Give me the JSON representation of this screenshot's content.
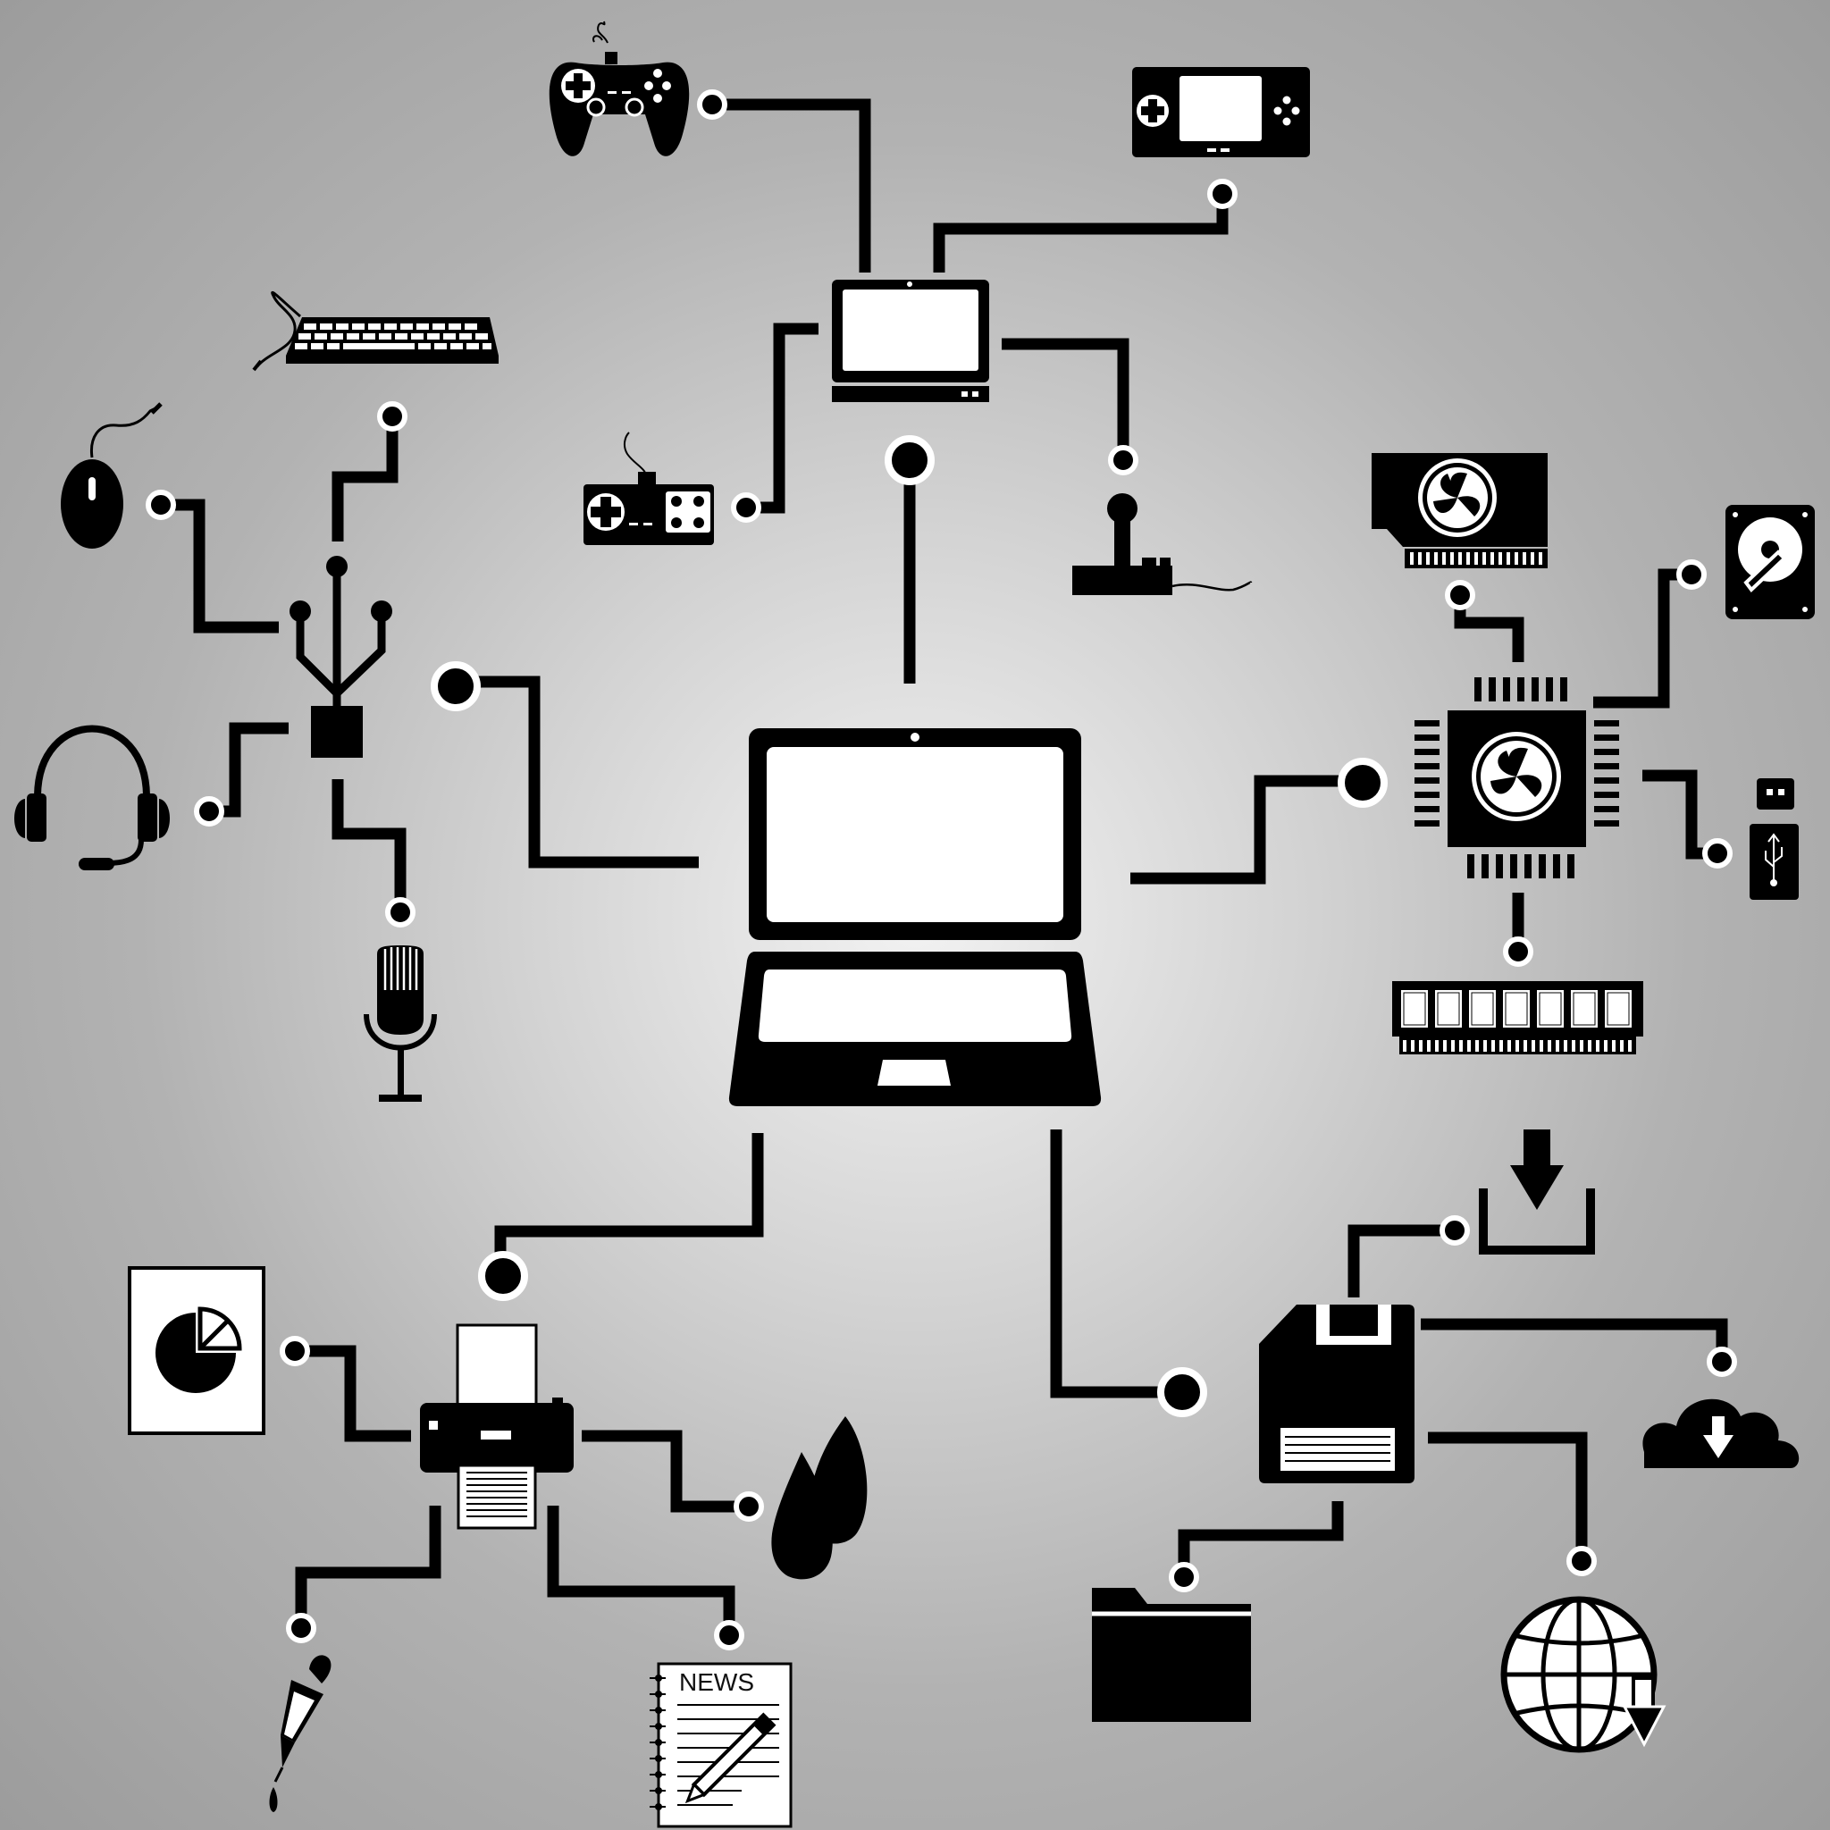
{
  "diagram": {
    "theme": {
      "ink": "#000000",
      "paper": "#ffffff"
    },
    "hub": {
      "name": "laptop",
      "icon": "laptop-icon"
    },
    "branches": [
      {
        "name": "console-hub",
        "icon": "monitor-console-icon",
        "devices": [
          "gamepad-icon",
          "handheld-console-icon",
          "retro-controller-icon",
          "joystick-icon"
        ]
      },
      {
        "name": "usb-hub",
        "icon": "usb-symbol-icon",
        "devices": [
          "keyboard-icon",
          "mouse-icon",
          "headset-icon",
          "microphone-icon"
        ]
      },
      {
        "name": "cpu-hub",
        "icon": "cpu-chip-icon",
        "devices": [
          "graphics-card-icon",
          "hard-disk-icon",
          "usb-flash-drive-icon",
          "ram-module-icon"
        ]
      },
      {
        "name": "printer-hub",
        "icon": "printer-icon",
        "devices": [
          "pie-chart-document-icon",
          "ink-drops-icon",
          "pen-icon",
          "news-notepad-icon"
        ]
      },
      {
        "name": "storage-hub",
        "icon": "floppy-disk-icon",
        "devices": [
          "download-tray-icon",
          "cloud-download-icon",
          "folder-icon",
          "globe-download-icon"
        ]
      }
    ],
    "news_label": "NEWS"
  }
}
